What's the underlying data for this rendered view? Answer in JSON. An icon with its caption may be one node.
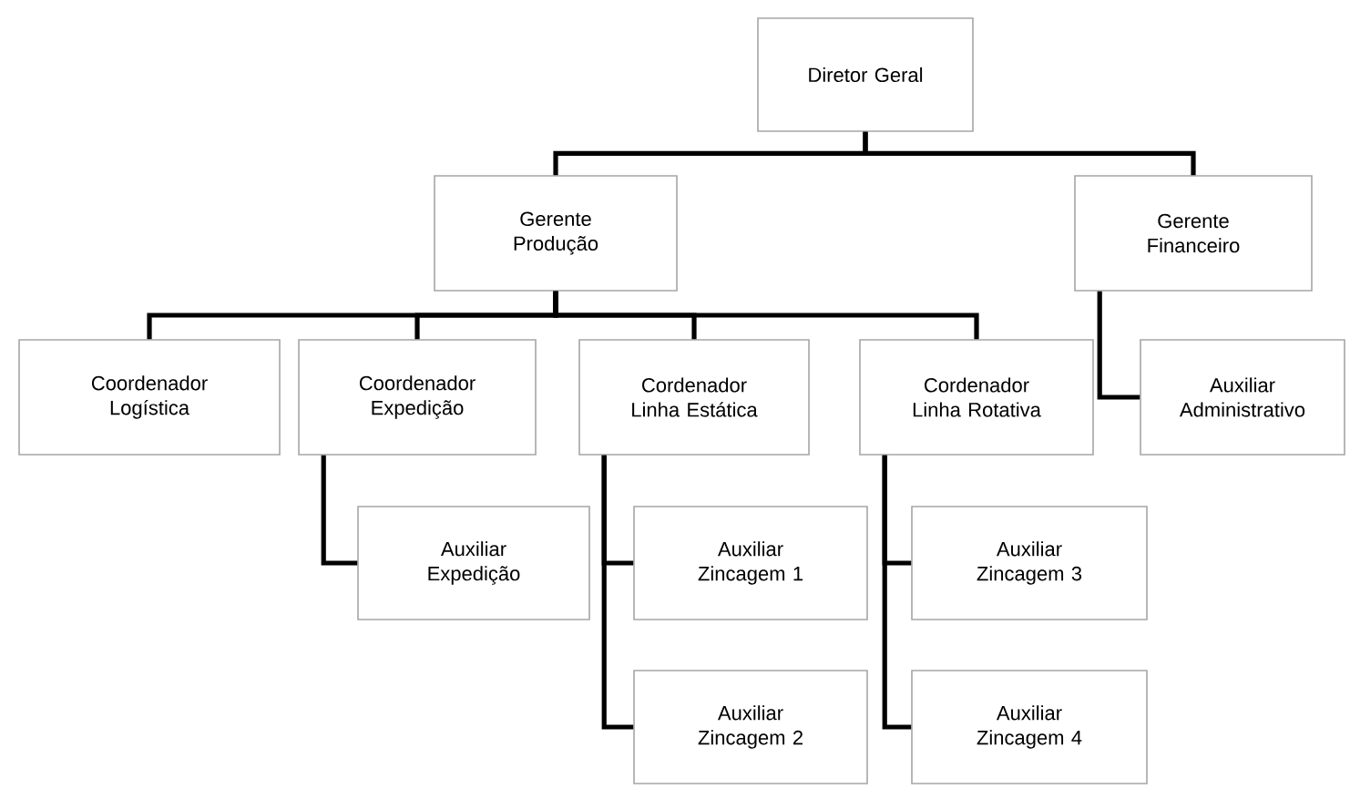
{
  "diagram": {
    "nodes": [
      {
        "text": [
          "Diretor Geral"
        ]
      },
      {
        "text": [
          "Gerente Produção"
        ]
      },
      {
        "text": [
          "Gerente Financeiro"
        ]
      },
      {
        "text": [
          "Coordenador Logística"
        ]
      },
      {
        "text": [
          "Coordenador Expedição"
        ]
      },
      {
        "text": [
          "Cordenador Linha Estática"
        ]
      },
      {
        "text": [
          "Cordenador Linha Rotativa"
        ]
      },
      {
        "text": [
          "Auxiliar Administrativo"
        ]
      },
      {
        "text": [
          "Auxiliar Expedição"
        ]
      },
      {
        "text": [
          "Auxiliar Zincagem 1"
        ]
      },
      {
        "text": [
          "Auxiliar Zincagem 3"
        ]
      },
      {
        "text": [
          "Auxiliar Zincagem 2"
        ]
      },
      {
        "text": [
          "Auxiliar Zincagem 4"
        ]
      }
    ],
    "edges": [
      {
        "from": 0,
        "to": 1,
        "arrow": "none"
      },
      {
        "from": 0,
        "to": 2,
        "arrow": "none"
      },
      {
        "from": 1,
        "to": 3,
        "arrow": "none"
      },
      {
        "from": 1,
        "to": 4,
        "arrow": "none"
      },
      {
        "from": 1,
        "to": 5,
        "arrow": "none"
      },
      {
        "from": 1,
        "to": 6,
        "arrow": "none"
      },
      {
        "from": 2,
        "to": 7,
        "arrow": "none"
      },
      {
        "from": 4,
        "to": 8,
        "arrow": "none"
      },
      {
        "from": 5,
        "to": 9,
        "arrow": "none"
      },
      {
        "from": 5,
        "to": 11,
        "arrow": "none"
      },
      {
        "from": 6,
        "to": 10,
        "arrow": "none"
      },
      {
        "from": 6,
        "to": 12,
        "arrow": "none"
      }
    ]
  }
}
